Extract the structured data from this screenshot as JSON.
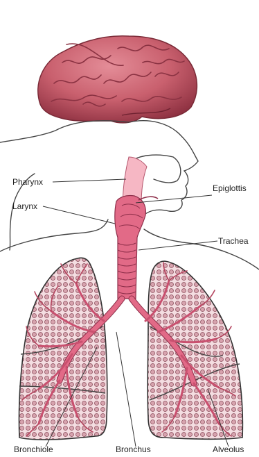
{
  "diagram": {
    "labels": {
      "pharynx": "Pharynx",
      "larynx": "Larynx",
      "epiglottis": "Epiglottis",
      "trachea": "Trachea",
      "bronchiole": "Bronchiole",
      "bronchus": "Bronchus",
      "alveolus": "Alveolus"
    },
    "colors": {
      "brain": "#c9606e",
      "brain_dark": "#8e3141",
      "airway": "#e0708a",
      "lung_tissue": "#f2d6da",
      "alveoli": "#a06070",
      "outline": "#333333"
    },
    "icons": {
      "brain": "brain-icon"
    }
  }
}
